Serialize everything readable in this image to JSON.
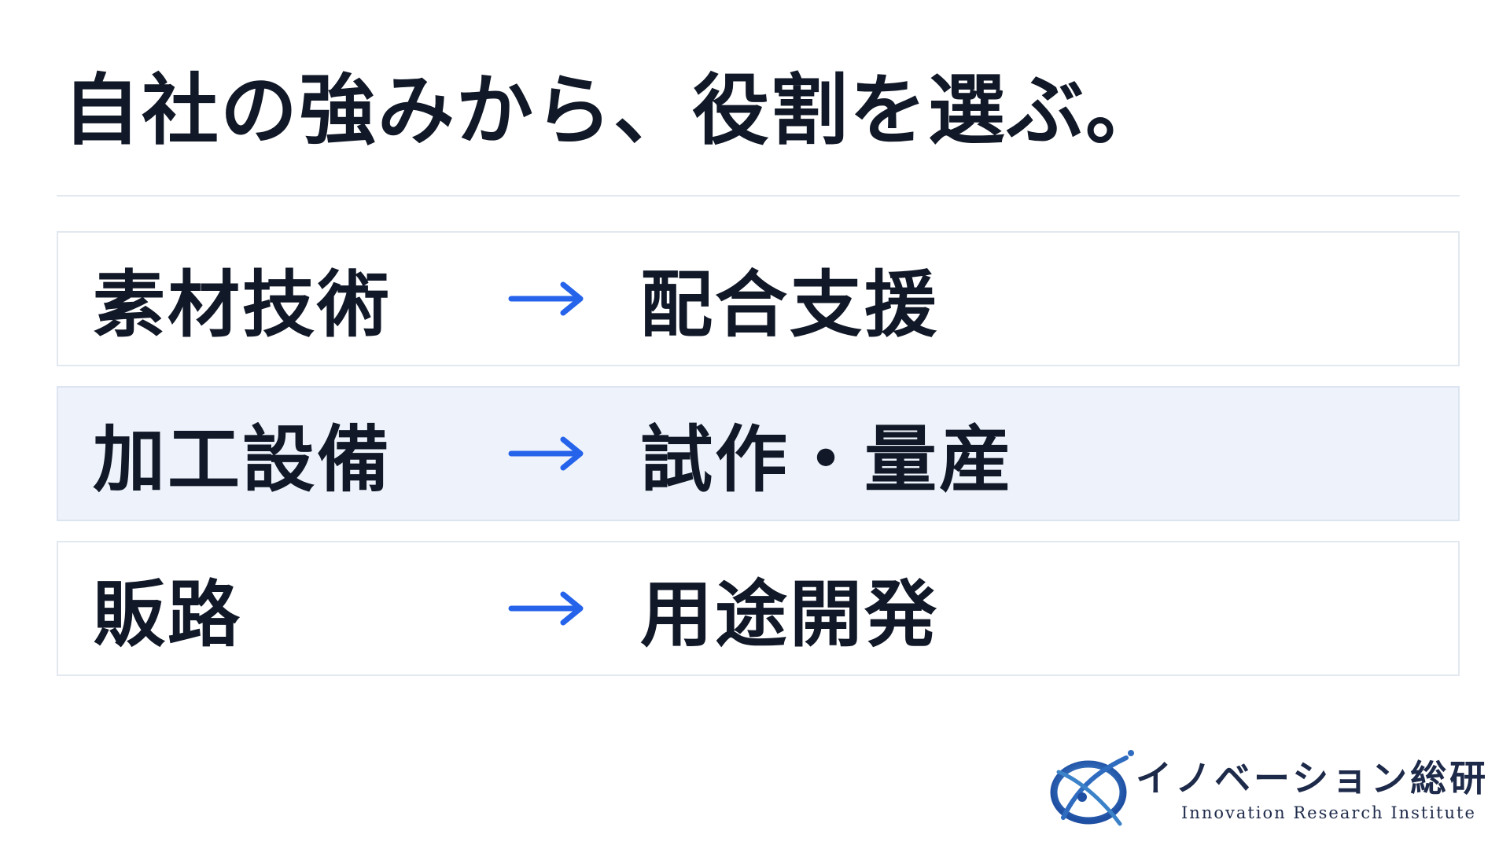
{
  "title": "自社の強みから、役割を選ぶ。",
  "rows": [
    {
      "from": "素材技術",
      "to": "配合支援",
      "highlighted": false
    },
    {
      "from": "加工設備",
      "to": "試作・量産",
      "highlighted": true
    },
    {
      "from": "販路",
      "to": "用途開発",
      "highlighted": false
    }
  ],
  "arrow_icon": "right-arrow-icon",
  "colors": {
    "text": "#111827",
    "accent": "#2563eb",
    "highlight_bg": "#eef3fb",
    "border": "#e2e8f0",
    "logo_navy": "#1e2a4a"
  },
  "logo": {
    "name_jp": "イノベーション総研",
    "name_en": "Innovation Research Institute"
  }
}
